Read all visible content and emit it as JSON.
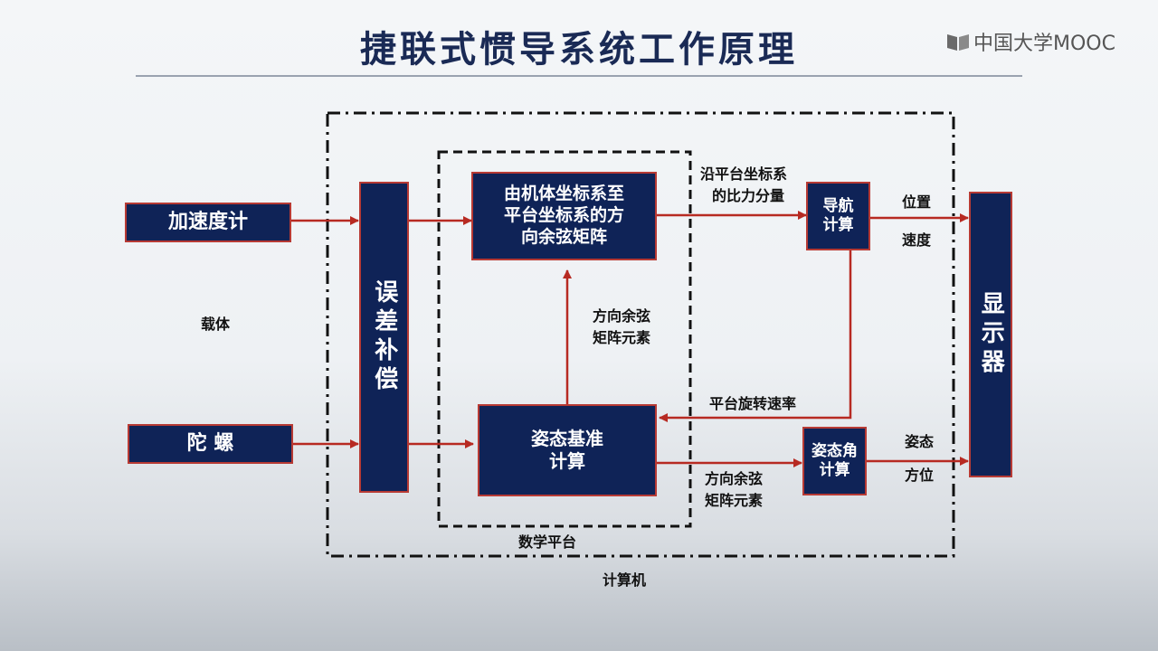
{
  "title": "捷联式惯导系统工作原理",
  "logo": {
    "text": "中国大学MOOC",
    "icon": "mooc-book-icon"
  },
  "colors": {
    "box_fill": "#0f2357",
    "box_border": "#b73a34",
    "arrow": "#b72a22",
    "title": "#1a2a55"
  },
  "boxes": {
    "accelerometer": "加速度计",
    "gyro": "陀 螺",
    "error_compensation": "误差补偿",
    "direction_cosine_matrix": [
      "由机体坐标系至",
      "平台坐标系的方",
      "向余弦矩阵"
    ],
    "navigation_calc": [
      "导航",
      "计算"
    ],
    "attitude_reference": [
      "姿态基准",
      "计算"
    ],
    "attitude_angle": [
      "姿态角",
      "计算"
    ],
    "display": "显示器"
  },
  "labels": {
    "carrier": "载体",
    "specific_force": [
      "沿平台坐标系",
      "的比力分量"
    ],
    "position": "位置",
    "velocity": "速度",
    "cosine_elements_up": [
      "方向余弦",
      "矩阵元素"
    ],
    "platform_rate": "平台旋转速率",
    "cosine_elements_out": [
      "方向余弦",
      "矩阵元素"
    ],
    "attitude": "姿态",
    "heading": "方位",
    "math_platform": "数学平台",
    "computer": "计算机"
  }
}
